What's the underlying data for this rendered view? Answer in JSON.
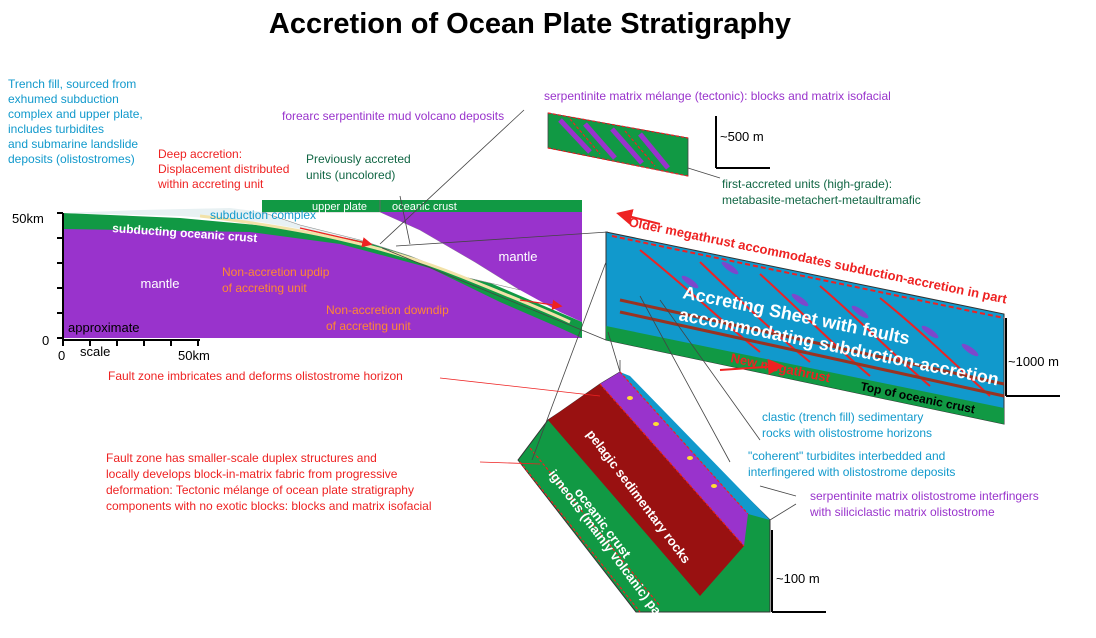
{
  "title": "Accretion of Ocean Plate Stratigraphy",
  "colors": {
    "mantle": "#9933cc",
    "oceanic_crust": "#119944",
    "accreting_sheet": "#1199cc",
    "pelagic": "#991111",
    "fault": "#ee2222",
    "text_red": "#ee2222",
    "text_blue": "#1199cc",
    "text_purple": "#9933cc",
    "text_orange": "#ff8833",
    "text_green": "#116644"
  },
  "overview": {
    "mantle_left": "mantle",
    "mantle_right": "mantle",
    "subducting_crust": "subducting oceanic crust",
    "subduction_complex": "subduction complex",
    "upper_plate": "upper plate",
    "upper_oceanic_crust": "oceanic crust",
    "approximate": "approximate",
    "y_axis_top": "50km",
    "y_axis_bottom": "0",
    "x_axis_left": "0",
    "x_axis_right": "50km",
    "scale": "scale"
  },
  "notes": {
    "trench_fill": [
      "Trench fill, sourced from",
      "exhumed subduction",
      "complex and upper plate,",
      "includes turbidites",
      "and submarine landslide",
      "deposits (olistostromes)"
    ],
    "deep_accretion": [
      "Deep accretion:",
      "Displacement distributed",
      "within accreting unit"
    ],
    "previously_accreted": [
      "Previously accreted",
      "units (uncolored)"
    ],
    "forearc_serpentinite": "forearc serpentinite mud volcano deposits",
    "serpentinite_melange": "serpentinite matrix mélange (tectonic): blocks and matrix isofacial",
    "scale_500": "~500 m",
    "first_accreted": [
      "first-accreted units (high-grade):",
      "metabasite-metachert-metaultramafic"
    ],
    "non_accretion_updip": [
      "Non-accretion updip",
      "of accreting unit"
    ],
    "non_accretion_downdip": [
      "Non-accretion downdip",
      "of accreting unit"
    ],
    "fault_zone_imbricates": "Fault zone imbricates and deforms olistostrome horizon",
    "fault_zone_duplex": [
      "Fault zone has smaller-scale duplex structures and",
      "locally develops block-in-matrix fabric from progressive",
      "deformation: Tectonic mélange of ocean plate stratigraphy",
      "components with no exotic blocks: blocks and matrix isofacial"
    ],
    "clastic": [
      "clastic (trench fill) sedimentary",
      "rocks with olistostrome horizons"
    ],
    "coherent_turbidites": [
      "\"coherent\" turbidites interbedded and",
      "interfingered with olistostrome deposits"
    ],
    "serpentinite_olistostrome": [
      "serpentinite matrix olistostrome interfingers",
      "with siliciclastic matrix olistostrome"
    ],
    "scale_1000": "~1000 m",
    "scale_100": "~100 m"
  },
  "sheet": {
    "older_megathrust": "Older megathrust accommodates subduction-accretion in part",
    "accreting_line1": "Accreting Sheet with faults",
    "accreting_line2": "accommodating subduction-accretion",
    "new_megathrust": "New megathrust",
    "top_oceanic_crust": "Top of oceanic crust"
  },
  "detail": {
    "pelagic": "pelagic sedimentary rocks",
    "igneous_line1": "igneous (mainly volcanic) part of",
    "igneous_line2": "oceanic crust"
  }
}
